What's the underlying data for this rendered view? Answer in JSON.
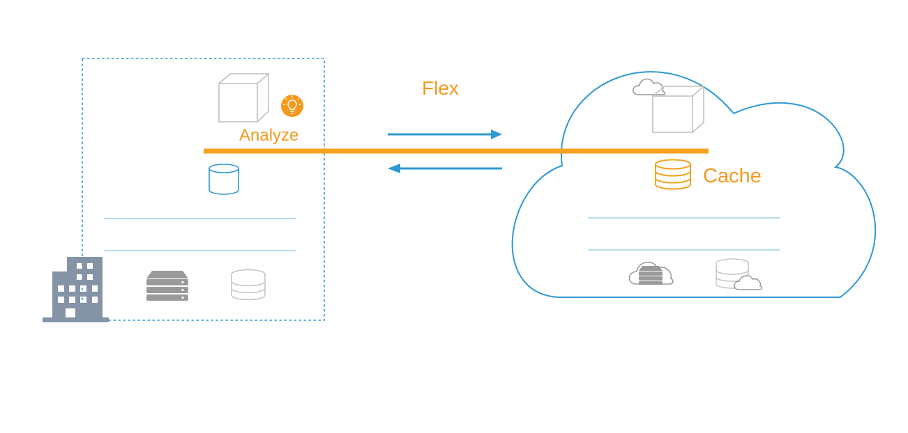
{
  "labels": {
    "analyze": "Analyze",
    "flex": "Flex",
    "cache": "Cache"
  },
  "icons": {
    "on_prem": [
      "cube-icon",
      "lightbulb-icon",
      "database-icon",
      "server-stack-icon",
      "storage-disks-icon",
      "office-building-icon"
    ],
    "cloud": [
      "cloud-icon",
      "cube-icon",
      "database-icon",
      "cloud-server-icon",
      "cloud-storage-icon"
    ]
  },
  "colors": {
    "accent_orange": "#f4a21f",
    "line_blue": "#2e98d3",
    "light_blue": "#8cc7ea",
    "gray_icon": "#9a9a9a",
    "light_gray": "#c4c4c4",
    "building": "#8494a6",
    "label_orange": "#f39a1e"
  }
}
